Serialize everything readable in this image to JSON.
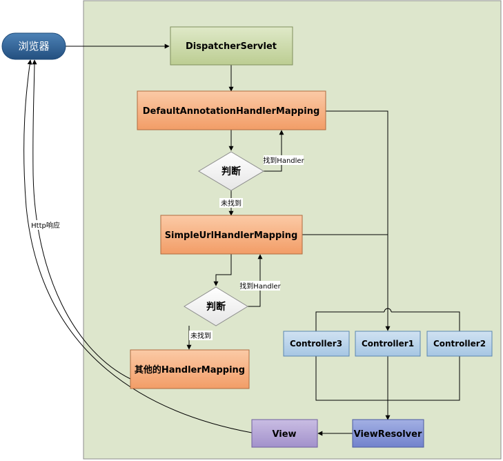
{
  "nodes": {
    "browser": "浏览器",
    "dispatcher": "DispatcherServlet",
    "default_mapping": "DefaultAnnotationHandlerMapping",
    "decision1": "判断",
    "simple_mapping": "SimpleUrlHandlerMapping",
    "decision2": "判断",
    "other_mapping": "其他的HandlerMapping",
    "controller3": "Controller3",
    "controller1": "Controller1",
    "controller2": "Controller2",
    "view": "View",
    "view_resolver": "ViewResolver"
  },
  "labels": {
    "found_handler_1": "找到Handler",
    "not_found_1": "未找到",
    "found_handler_2": "找到Handler",
    "not_found_2": "未找到",
    "http_response": "Http响应"
  },
  "colors": {
    "container_bg": "#dde6cc",
    "browser": "#33669a",
    "dispatcher": "#c9d8a7",
    "mapping": "#f7b48a",
    "controller": "#b8d3ea",
    "view": "#b5a6d6",
    "view_resolver": "#8797d6"
  }
}
